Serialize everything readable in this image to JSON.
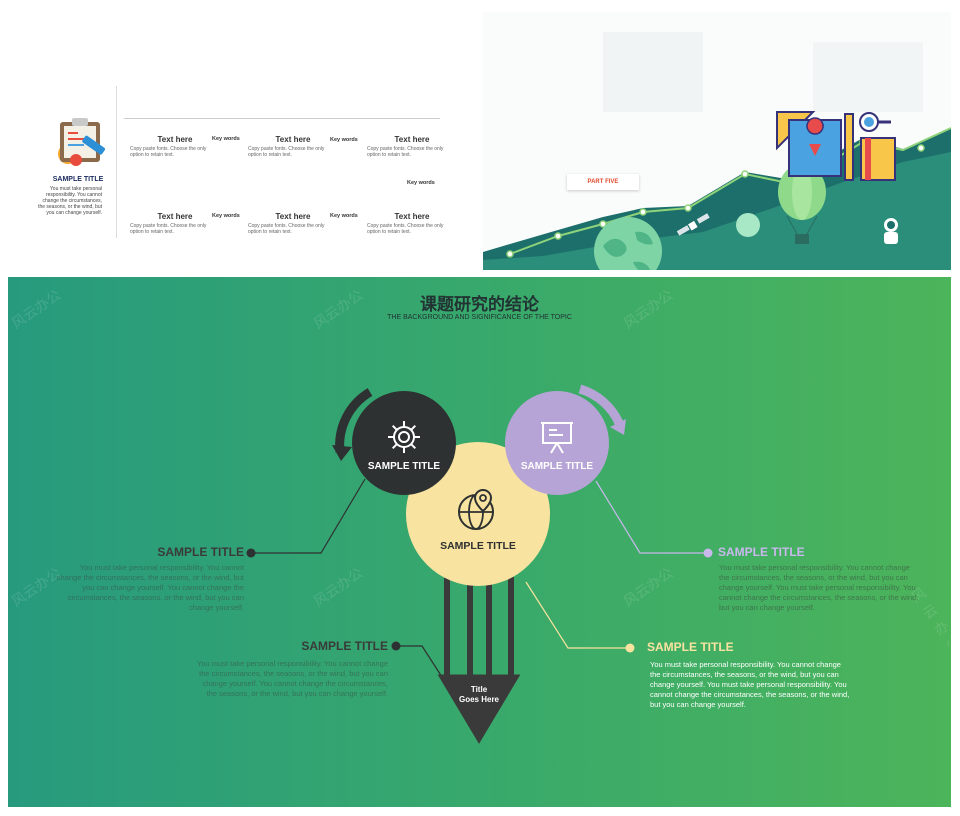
{
  "slide_left": {
    "sample_title": "SAMPLE TITLE",
    "sample_desc": "You must take personal responsibility. You cannot change the circumstances, the seasons, or the wind, but you can change yourself.",
    "cells": [
      {
        "head": "Text here",
        "body": "Copy paste fonts. Choose the only option to retain text."
      },
      {
        "head": "Text here",
        "body": "Copy paste fonts. Choose the only option to retain text."
      },
      {
        "head": "Text here",
        "body": "Copy paste fonts. Choose the only option to retain text."
      },
      {
        "head": "Text here",
        "body": "Copy paste fonts. Choose the only option to retain text."
      },
      {
        "head": "Text here",
        "body": "Copy paste fonts. Choose the only option to retain text."
      },
      {
        "head": "Text here",
        "body": "Copy paste fonts. Choose the only option to retain text."
      }
    ],
    "keywords": [
      "Key words",
      "Key words",
      "Key words",
      "Key words",
      "Key words"
    ]
  },
  "slide_right": {
    "part_label": "PART FIVE"
  },
  "slide_main": {
    "title": "课题研究的结论",
    "subtitle": "THE BACKGROUND AND SIGNIFICANCE OF THE TOPIC",
    "watermark": "风云办公",
    "circle_dark_label": "SAMPLE TITLE",
    "circle_purple_label": "SAMPLE TITLE",
    "circle_yellow_label": "SAMPLE TITLE",
    "pencil_label_1": "Title",
    "pencil_label_2": "Goes Here",
    "items": [
      {
        "title": "SAMPLE TITLE",
        "desc": "You must take personal responsibility. You cannot change the circumstances, the seasons, or the wind, but you can change yourself. You cannot change the circumstances, the seasons, or the wind, but you can change yourself."
      },
      {
        "title": "SAMPLE TITLE",
        "desc": "You must take personal responsibility. You cannot change the circumstances, the seasons, or the wind, but you can change yourself. You cannot change the circumstances, the seasons, or the wind, but you can change yourself."
      },
      {
        "title": "SAMPLE TITLE",
        "desc": "You must take personal responsibility. You cannot change the circumstances, the seasons, or the wind, but you can change yourself. You must take personal responsibility. You cannot change the circumstances, the seasons, or the wind, but you can change yourself."
      },
      {
        "title": "SAMPLE TITLE",
        "desc": "You must take personal responsibility. You cannot change the circumstances, the seasons, or the wind, but you can change yourself. You must take personal responsibility. You cannot change the circumstances, the seasons, or the wind, but you can change yourself."
      }
    ]
  },
  "colors": {
    "dark": "#2e3131",
    "purple": "#b6a4d6",
    "yellow": "#f8e3a0",
    "purple_text": "#c8b8ec",
    "yellow_text": "#f8e3a0",
    "dark_text": "#3a3a3a"
  },
  "icons": [
    "clipboard-icon",
    "gear-icon",
    "presentation-icon",
    "globe-pin-icon",
    "pencil-icon",
    "planet-icon",
    "satellite-icon",
    "balloon-icon",
    "astronaut-icon",
    "map-icon",
    "book-icon",
    "magnifier-icon",
    "ruler-icon"
  ]
}
